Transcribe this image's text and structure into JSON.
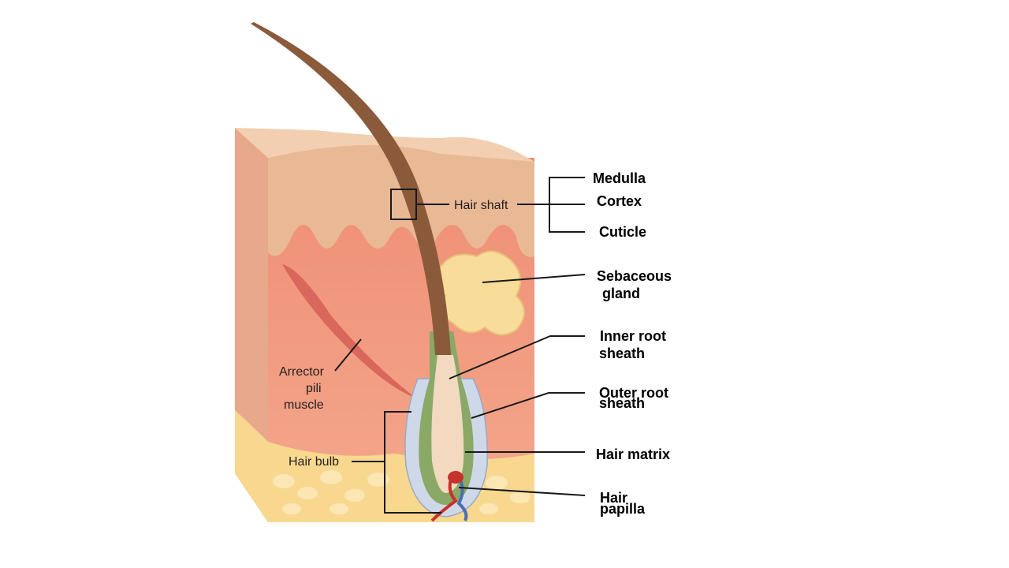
{
  "colors": {
    "epidermis_top": "#f2cfb0",
    "epidermis": "#e9b996",
    "dermis_top": "#ef8d74",
    "dermis_bottom": "#f4a98d",
    "fat": "#f8d88f",
    "fat_cell": "#fbe6b4",
    "hair": "#8a5a3b",
    "muscle": "#d9675c",
    "gland": "#f7dc9a",
    "sheath_inner": "#8aa866",
    "sheath_outer": "#cfd8e8",
    "vessel_red": "#c8322d",
    "vessel_blue": "#4a6fb0"
  },
  "labels": {
    "hair_shaft": "Hair shaft",
    "arrector_1": "Arrector",
    "arrector_2": "pili",
    "arrector_3": "muscle",
    "hair_bulb": "Hair bulb",
    "medulla": "Medulla",
    "cortex": "Cortex",
    "cuticle": "Cuticle",
    "sebaceous_1": "Sebaceous",
    "sebaceous_2": "gland",
    "inner_root_1": "Inner root",
    "inner_root_2": "sheath",
    "outer_root_1": "Outer root",
    "outer_root_2": "sheath",
    "hair_matrix": "Hair matrix",
    "hair_papilla_1": "Hair",
    "hair_papilla_2": "papilla"
  }
}
